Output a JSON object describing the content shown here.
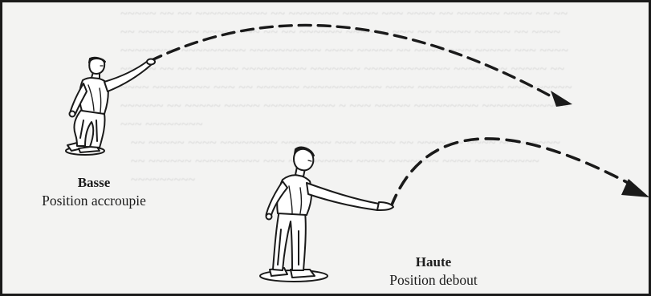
{
  "figure": {
    "low_throw": {
      "name": "Basse",
      "description": "Position accroupie"
    },
    "high_throw": {
      "name": "Haute",
      "description": "Position debout"
    }
  },
  "colors": {
    "ink": "#1a1a1a",
    "paper": "#f3f3f2",
    "background_text": "#c8c8c8"
  }
}
